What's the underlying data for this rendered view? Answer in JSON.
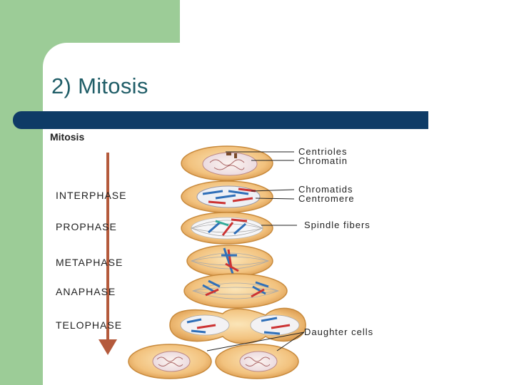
{
  "slide": {
    "title": "2) Mitosis"
  },
  "diagram": {
    "heading": "Mitosis",
    "phases": [
      "INTERPHASE",
      "PROPHASE",
      "METAPHASE",
      "ANAPHASE",
      "TELOPHASE"
    ],
    "labels": [
      "Centrioles",
      "Chromatin",
      "Chromatids",
      "Centromere",
      "Spindle fibers",
      "Daughter cells"
    ]
  },
  "colors": {
    "green_block": "#9ccc97",
    "title": "#1f5d67",
    "title_bar": "#0e3b66",
    "arrow": "#b45a3c",
    "cell_fill": "#f2c27e",
    "cell_edge": "#c88a3c"
  }
}
